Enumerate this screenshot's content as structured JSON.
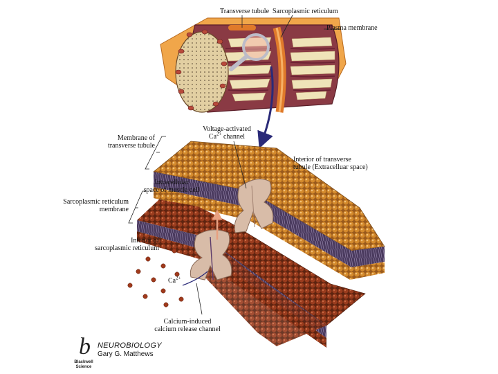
{
  "labels": {
    "transverse_tubule": "Transverse tubule",
    "sarcoplasmic_reticulum": "Sarcoplasmic reticulum",
    "plasma_membrane": "Plasma membrane",
    "voltage_channel_line1": "Voltage-activated",
    "voltage_channel_line2_pre": "Ca",
    "voltage_channel_line2_sup": "2+",
    "voltage_channel_line2_post": " channel",
    "membrane_tt_line1": "Membrane of",
    "membrane_tt_line2": "transverse tubule",
    "interior_tt_line1": "Interior of transverse",
    "interior_tt_line2": "tubule (Extracelluar space)",
    "intracellular_line1": "Intracellular",
    "intracellular_line2": "space of muscle cell",
    "sr_membrane_line1": "Sarcoplasmic reticulum",
    "sr_membrane_line2": "membrane",
    "interior_sr_line1": "Interior of",
    "interior_sr_line2": "sarcoplasmic reticulum",
    "ca_pre": "Ca",
    "ca_sup": "2+",
    "release_channel_line1": "Calcium-induced",
    "release_channel_line2": "calcium release channel"
  },
  "brand": {
    "logo_letter": "b",
    "publisher_line1": "Blackwell",
    "publisher_line2": "Science",
    "book_title": "NEUROBIOLOGY",
    "author": "Gary G. Matthews"
  },
  "colors": {
    "muscle_red": "#8a3a44",
    "tubule_orange": "#e07a2a",
    "fiber_cream": "#efe3b8",
    "membrane_head_upper": "#c9872e",
    "membrane_head_lower": "#8a3a1c",
    "membrane_tail": "#5a4a6a",
    "channel_tan": "#d8bca8",
    "calcium_ion": "#a03a1c",
    "arrow_navy": "#2a2a78"
  }
}
